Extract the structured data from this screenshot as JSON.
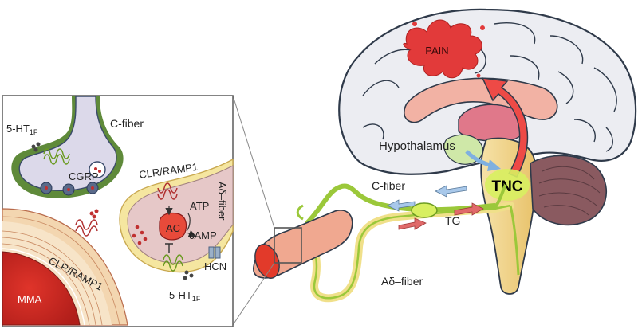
{
  "labels": {
    "pain": "PAIN",
    "hypothalamus": "Hypothalamus",
    "tnc": "TNC",
    "tg": "TG",
    "c_fiber_main": "C-fiber",
    "adelta_fiber_main": "Aδ–fiber",
    "c_fiber_inset": "C-fiber",
    "adelta_fiber_inset": "Aδ–fiber",
    "cgrp": "CGRP",
    "clr_ramp1_upper": "CLR/RAMP1",
    "clr_ramp1_lower": "CLR/RAMP1",
    "receptor_5ht1f_upper_base": "5-HT",
    "receptor_5ht1f_upper_sub": "1F",
    "receptor_5ht1f_lower_base": "5-HT",
    "receptor_5ht1f_lower_sub": "1F",
    "atp": "ATP",
    "ac": "AC",
    "camp": "cAMP",
    "hcn": "HCN",
    "mma": "MMA"
  },
  "colors": {
    "brain_outline": "#2f3a4a",
    "brain_fill": "#ecedf2",
    "pain_red": "#e23a3a",
    "corpus_callosum": "#f2b2a4",
    "thalamus": "#e0788a",
    "brainstem": "#f5d890",
    "cerebellum": "#8a5a60",
    "fiber_green": "#9bc83a",
    "fiber_yellow": "#f0e08a",
    "vessel_red": "#e06a55",
    "inset_border": "#666666",
    "arrow_blue": "#a8c8ea",
    "arrow_red": "#e06a6a"
  }
}
